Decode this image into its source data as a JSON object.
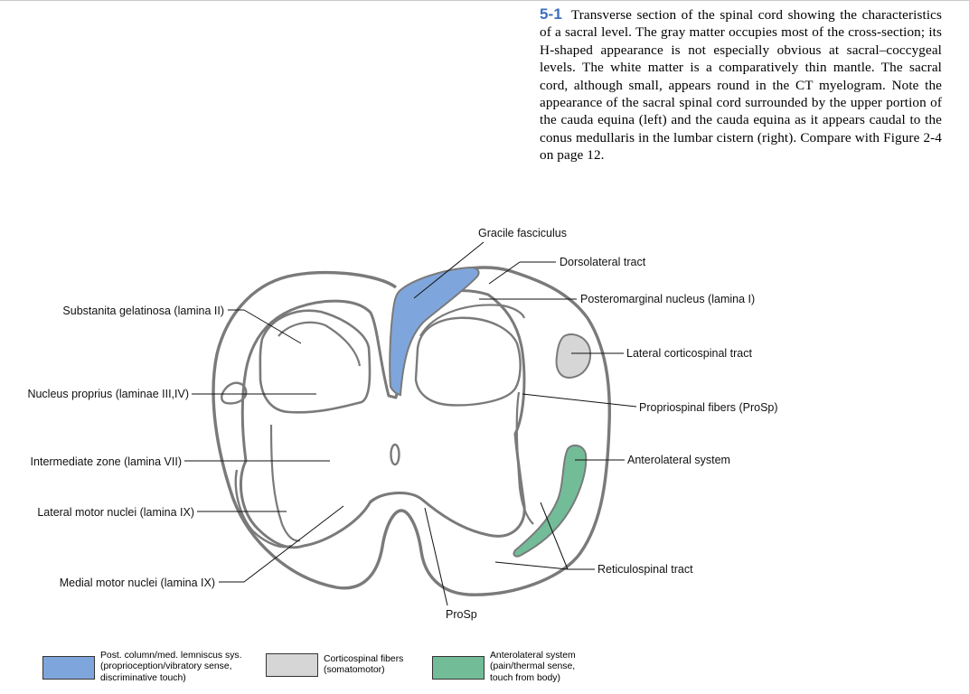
{
  "caption": {
    "figure_number": "5-1",
    "text": "Transverse section of the spinal cord showing the characteristics of a sacral level. The gray matter occupies most of the cross-section; its H-shaped appearance is not especially obvious at sacral–coccygeal levels. The white matter is a comparatively thin mantle. The sacral cord, although small, appears round in the CT myelogram. Note the appearance of the sacral spinal cord surrounded by the upper portion of the cauda equina (left) and the cauda equina as it appears caudal to the conus medullaris in the lumbar cistern (right). Compare with Figure 2-4 on page 12."
  },
  "labels": {
    "gracile_fasciculus": "Gracile fasciculus",
    "dorsolateral_tract": "Dorsolateral tract",
    "posteromarginal_nucleus": "Posteromarginal nucleus (lamina I)",
    "lateral_corticospinal_tract": "Lateral corticospinal tract",
    "propriospinal_fibers": "Propriospinal fibers (ProSp)",
    "anterolateral_system": "Anterolateral system",
    "reticulospinal_tract": "Reticulospinal tract",
    "prosp": "ProSp",
    "substantia_gelatinosa": "Substanita gelatinosa (lamina II)",
    "nucleus_proprius": "Nucleus proprius (laminae III,IV)",
    "intermediate_zone": "Intermediate zone (lamina VII)",
    "lateral_motor_nuclei": "Lateral motor nuclei (lamina IX)",
    "medial_motor_nuclei": "Medial motor nuclei (lamina IX)"
  },
  "legend": [
    {
      "color": "#7fa6dc",
      "text": "Post. column/med. lemniscus sys.\n(proprioception/vibratory sense,\ndiscriminative touch)"
    },
    {
      "color": "#d6d6d6",
      "text": "Corticospinal fibers\n(somatomotor)"
    },
    {
      "color": "#72bd98",
      "text": "Anterolateral system\n(pain/thermal sense,\ntouch from body)"
    }
  ],
  "colors": {
    "outline": "#7a7a7a",
    "posterior_column": "#7fa6dc",
    "corticospinal": "#d6d6d6",
    "anterolateral": "#72bd98",
    "caption_accent": "#3d6fbf"
  }
}
